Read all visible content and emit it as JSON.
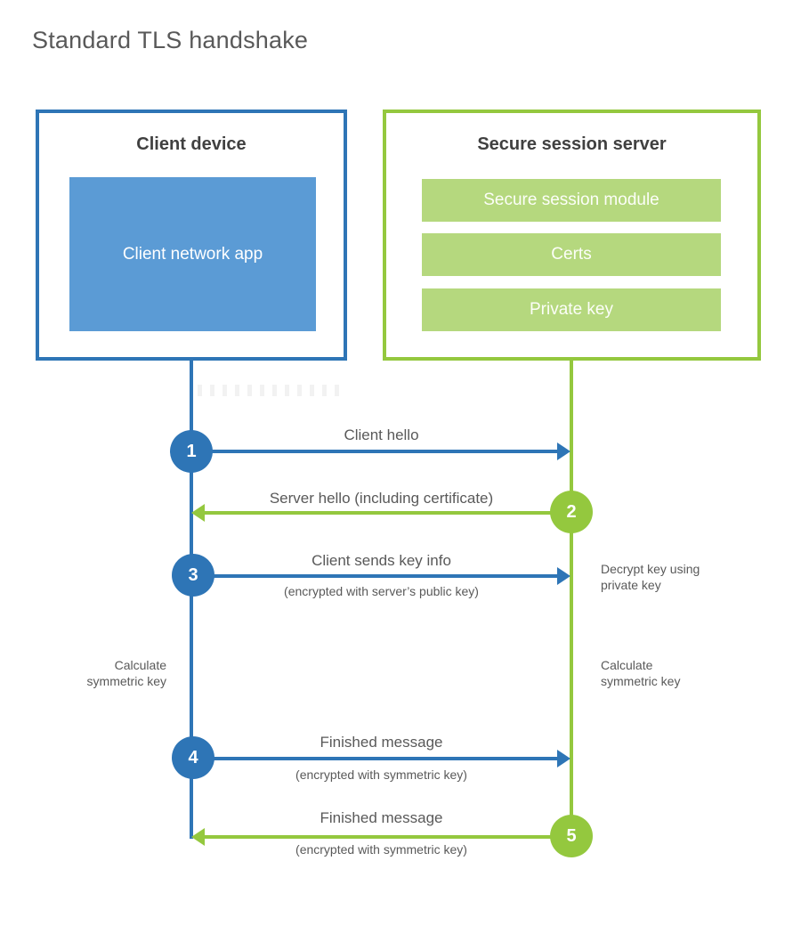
{
  "page": {
    "title": "Standard TLS handshake"
  },
  "colors": {
    "blue_stroke": "#2e75b6",
    "blue_fill": "#5b9bd5",
    "green_stroke": "#94c83e",
    "green_fill": "#b5d87e",
    "label_text": "#595959",
    "heading_text": "#404040"
  },
  "client": {
    "title": "Client device",
    "app_label": "Client network app"
  },
  "server": {
    "title": "Secure session server",
    "modules": [
      "Secure session module",
      "Certs",
      "Private key"
    ]
  },
  "steps": [
    {
      "num": "1",
      "label": "Client hello",
      "sub": "",
      "direction": "right",
      "color": "blue"
    },
    {
      "num": "2",
      "label": "Server hello (including certificate)",
      "sub": "",
      "direction": "left",
      "color": "green"
    },
    {
      "num": "3",
      "label": "Client sends key info",
      "sub": "(encrypted with server’s public key)",
      "direction": "right",
      "color": "blue"
    },
    {
      "num": "4",
      "label": "Finished message",
      "sub": "(encrypted with symmetric key)",
      "direction": "right",
      "color": "blue"
    },
    {
      "num": "5",
      "label": "Finished message",
      "sub": "(encrypted with symmetric key)",
      "direction": "left",
      "color": "green"
    }
  ],
  "side_notes": {
    "decrypt": "Decrypt key using private key",
    "calc_left": "Calculate symmetric key",
    "calc_right": "Calculate symmetric key"
  }
}
